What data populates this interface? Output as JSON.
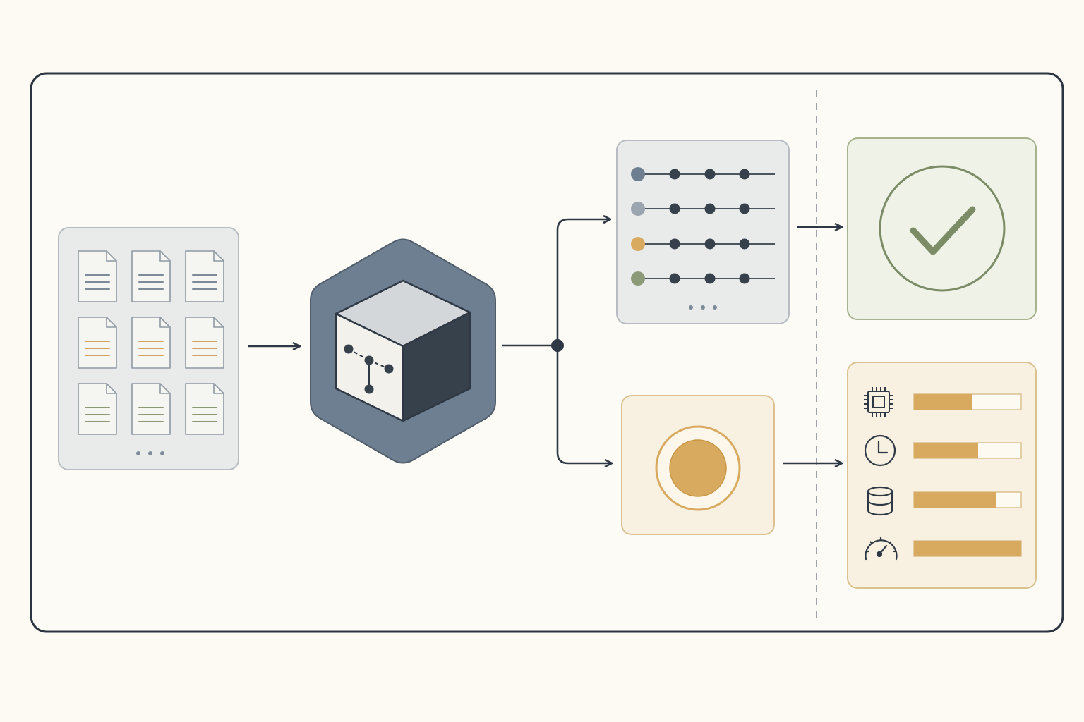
{
  "colors": {
    "background": "#fcfaf3",
    "frame": "#2b3440",
    "ink": "#2f3945",
    "slate": "#6e7f91",
    "slate_dark": "#36414b",
    "panel_gray": "#e9ebea",
    "panel_gray_border": "#b6bcc2",
    "gold": "#d8aa5f",
    "gold_light": "#f8f0e0",
    "gold_border": "#dcc190",
    "green": "#7c8c66",
    "green_light": "#eff2e6",
    "green_border": "#a7b28e",
    "doc_blue_line": "#7c8a9a",
    "doc_gold_line": "#d4a25e",
    "doc_green_line": "#8b9775"
  },
  "document_grid": {
    "rows": [
      {
        "tone": "blue"
      },
      {
        "tone": "gold"
      },
      {
        "tone": "green"
      }
    ],
    "columns": 3,
    "more_indicator": "dots"
  },
  "timeline_panel": {
    "rows": [
      {
        "marker_color": "#6e7f91"
      },
      {
        "marker_color": "#9aa5b0"
      },
      {
        "marker_color": "#d8aa5f"
      },
      {
        "marker_color": "#8c9a78"
      }
    ],
    "nodes_per_row": 3,
    "more_indicator": "dots"
  },
  "metrics_panel": {
    "rows": [
      {
        "icon": "cpu-icon",
        "level": 0.54
      },
      {
        "icon": "clock-icon",
        "level": 0.6
      },
      {
        "icon": "database-icon",
        "level": 0.76
      },
      {
        "icon": "gauge-icon",
        "level": 1.0
      }
    ]
  },
  "result_panel": {
    "icon": "checkmark-icon"
  },
  "target_panel": {
    "icon": "target-icon"
  },
  "core_node": {
    "icon": "cube-graph-icon"
  }
}
